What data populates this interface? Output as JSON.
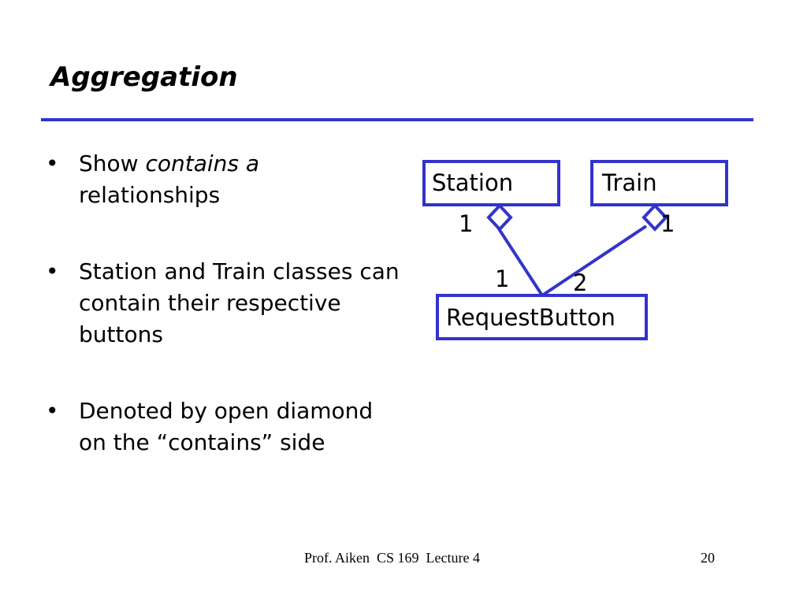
{
  "slide": {
    "title": "Aggregation",
    "bullets": [
      {
        "marker": "•",
        "parts": [
          {
            "text": "Show ",
            "italic": false
          },
          {
            "text": "contains a",
            "italic": true
          },
          {
            "text": " relationships",
            "italic": false
          }
        ]
      },
      {
        "marker": "•",
        "parts": [
          {
            "text": "Station and Train classes can contain their respective buttons",
            "italic": false
          }
        ]
      },
      {
        "marker": "•",
        "parts": [
          {
            "text": "Denoted by open diamond on the “contains” side",
            "italic": false
          }
        ]
      }
    ],
    "footer": {
      "center": "Prof. Aiken  CS 169  Lecture 4",
      "page": "20"
    }
  },
  "diagram": {
    "classes": {
      "station": "Station",
      "train": "Train",
      "request_button": "RequestButton"
    },
    "multiplicities": {
      "station_end": "1",
      "train_end": "1",
      "button_end_station": "1",
      "button_end_train": "2"
    },
    "colors": {
      "accent": "#3333cc",
      "text": "#000000",
      "background": "#ffffff"
    }
  }
}
